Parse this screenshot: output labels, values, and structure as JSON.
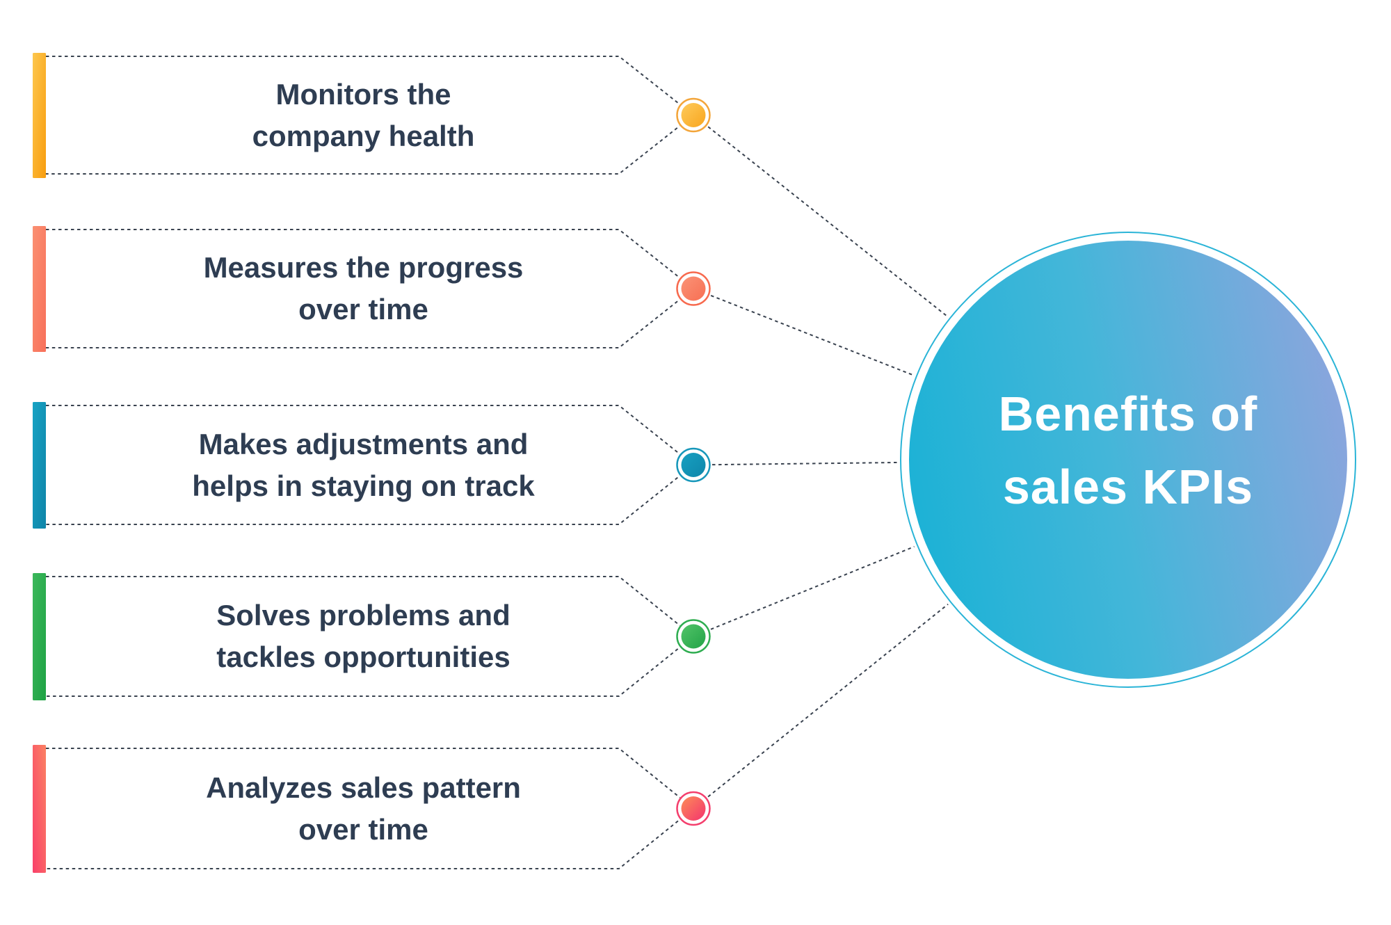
{
  "title": {
    "line1": "Benefits of",
    "line2": "sales KPIs",
    "text_color": "#ffffff",
    "circle_gradient": [
      "#1db2d6",
      "#44b6d9",
      "#8ba5dd"
    ],
    "circle_ring_color": "#2ab4d7"
  },
  "style": {
    "dash_color": "#39424f",
    "label_color": "#2e3d52",
    "background": "#ffffff"
  },
  "items": [
    {
      "line1": "Monitors the",
      "line2": "company health",
      "bar_gradient": [
        "#fdc74e",
        "#f89d0e"
      ],
      "node_gradient": [
        "#fecb5b",
        "#f8a51e"
      ],
      "ring_color": "#f3a53a"
    },
    {
      "line1": "Measures the progress",
      "line2": "over time",
      "bar_gradient": [
        "#fa9072",
        "#f8705a"
      ],
      "node_gradient": [
        "#fa9377",
        "#f76f53"
      ],
      "ring_color": "#f76a4e"
    },
    {
      "line1": "Makes adjustments and",
      "line2": "helps in staying on track",
      "bar_gradient": [
        "#17a3c4",
        "#0f84a8"
      ],
      "node_gradient": [
        "#17a0c1",
        "#0e86aa"
      ],
      "ring_color": "#1697ba"
    },
    {
      "line1": "Solves problems and",
      "line2": "tackles opportunities",
      "bar_gradient": [
        "#3cb85b",
        "#1ea244"
      ],
      "node_gradient": [
        "#52c469",
        "#23a347"
      ],
      "ring_color": "#2fad51"
    },
    {
      "line1": "Analyzes sales pattern",
      "line2": "over time",
      "bar_gradient": [
        "#fb8163",
        "#f9406a"
      ],
      "node_gradient": [
        "#fc8d58",
        "#f4336e"
      ],
      "ring_color": "#f43f6d"
    }
  ]
}
